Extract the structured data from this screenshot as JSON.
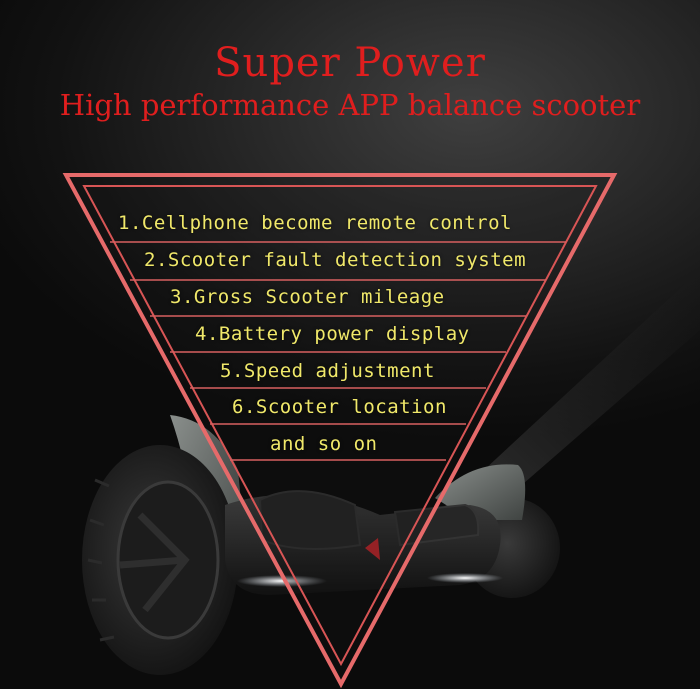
{
  "header": {
    "title": "Super Power",
    "subtitle": "High performance APP balance scooter"
  },
  "features": [
    "1.Cellphone become remote control",
    "2.Scooter fault detection system",
    "3.Gross Scooter mileage",
    "4.Battery power display",
    "5.Speed adjustment",
    "6.Scooter location",
    "and so on"
  ],
  "icons": {
    "scooter": "hoverboard-scooter-icon"
  },
  "colors": {
    "title": "#e01e1e",
    "feature_text": "#f0e86a",
    "triangle_stroke": "#e66a6a",
    "background": "#0b0b0b"
  }
}
